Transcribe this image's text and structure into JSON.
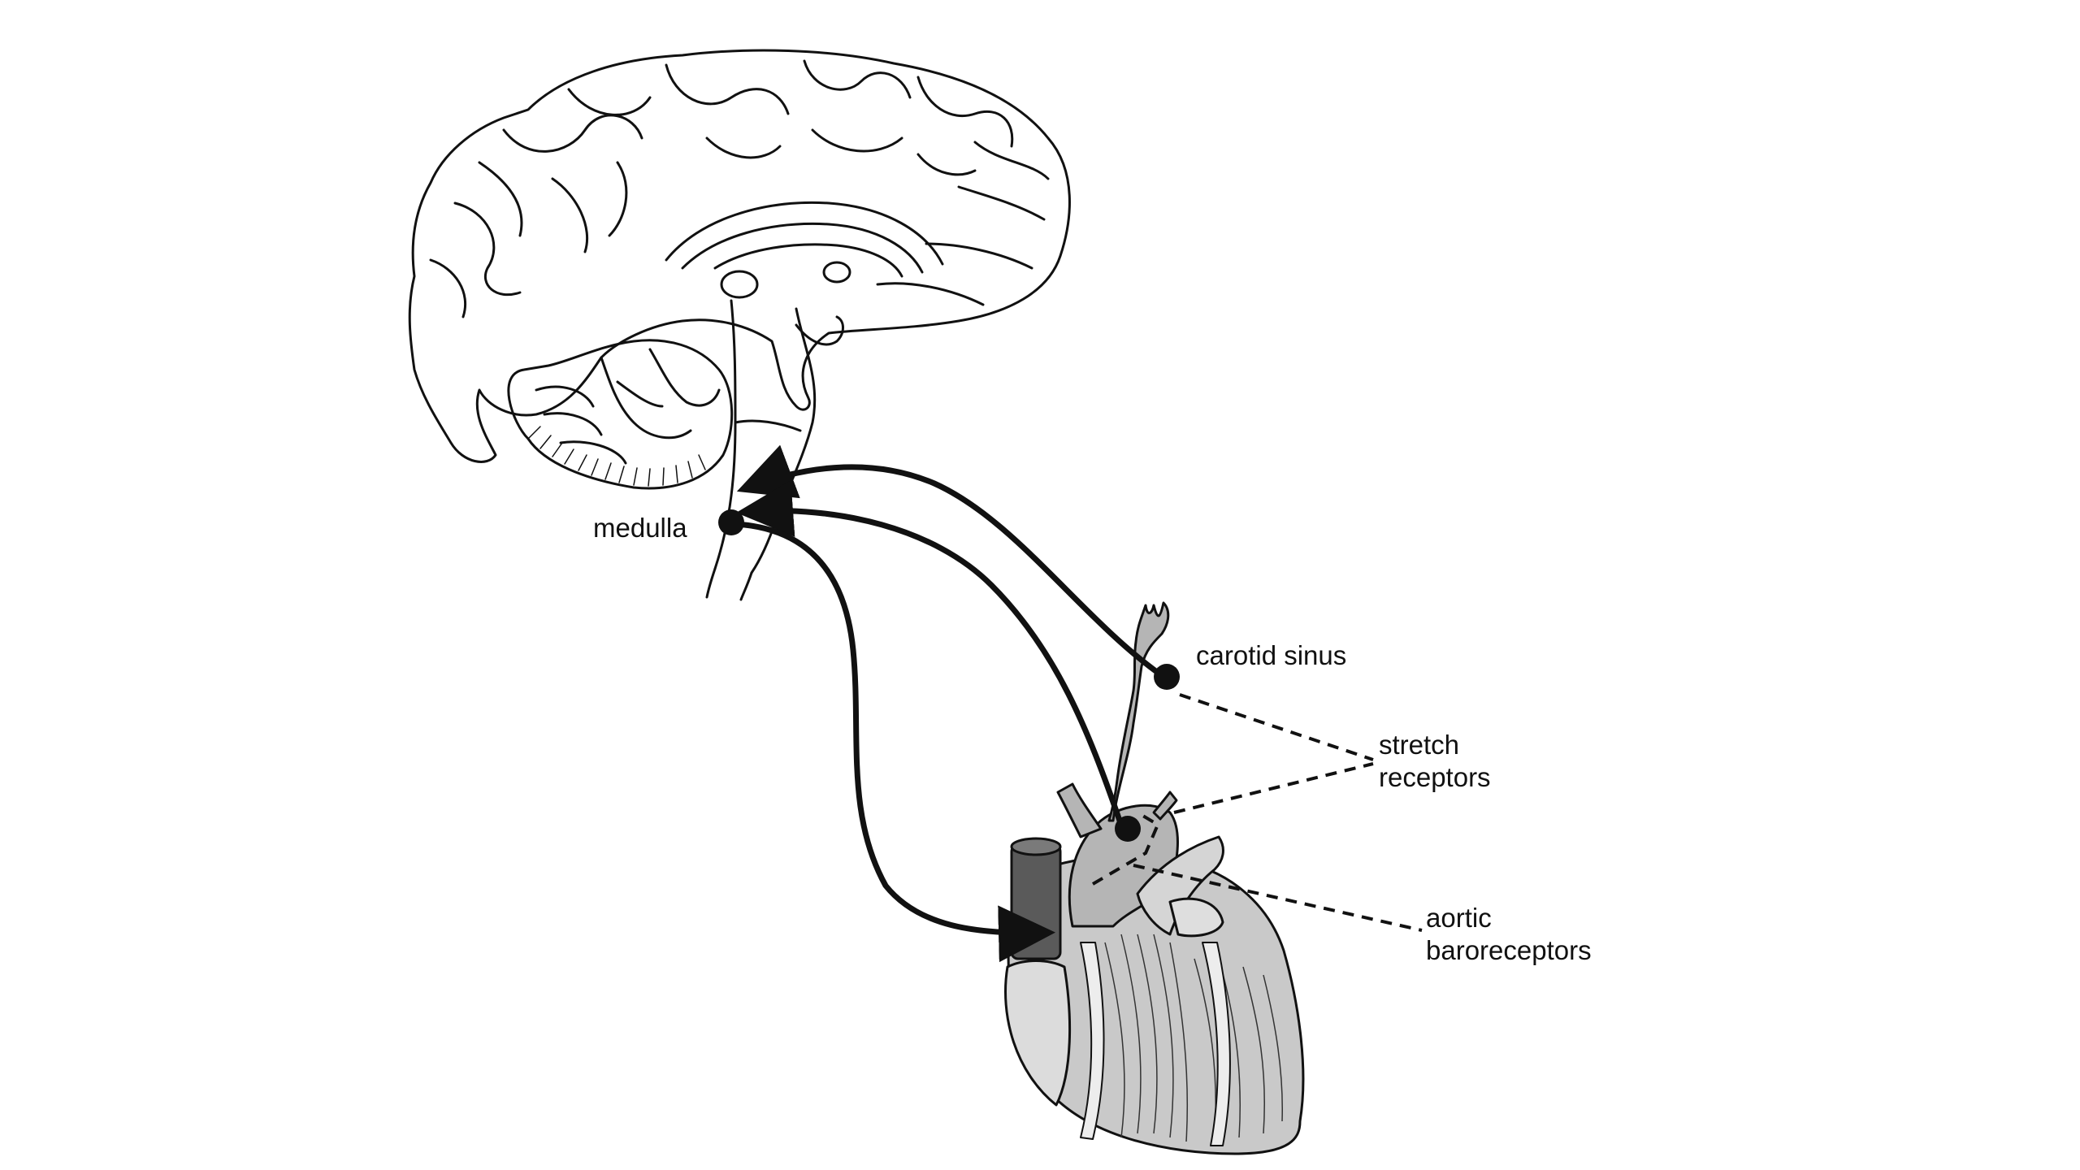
{
  "labels": {
    "medulla": "medulla",
    "carotid_sinus": "carotid sinus",
    "stretch_receptors": [
      "stretch",
      "receptors"
    ],
    "aortic_baroreceptors": [
      "aortic",
      "baroreceptors"
    ]
  },
  "colors": {
    "background": "#ffffff",
    "line": "#111111",
    "vessel_fill": "#b5b5b5",
    "heart_fill": "#c9c9c9",
    "vena_cava_fill": "#5a5a5a"
  }
}
